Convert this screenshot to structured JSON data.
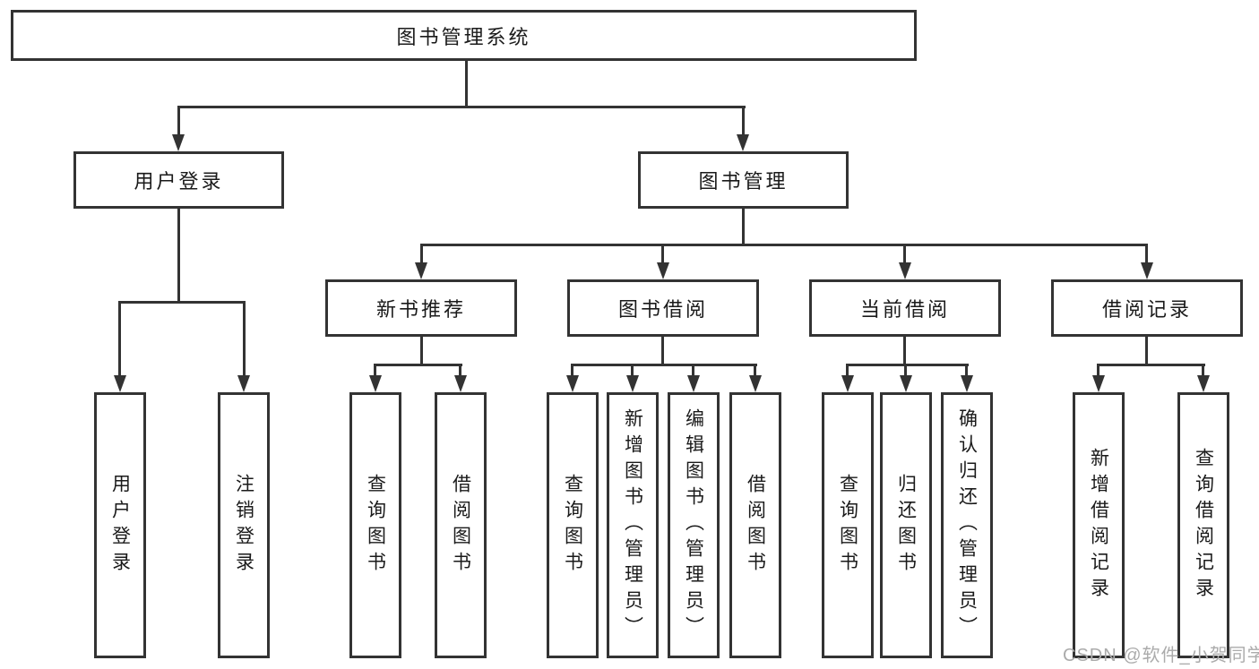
{
  "diagram": {
    "root": "图书管理系统",
    "level2": {
      "user_login": "用户登录",
      "book_management": "图书管理"
    },
    "level3": {
      "new_book_recommend": "新书推荐",
      "book_borrow": "图书借阅",
      "current_borrow": "当前借阅",
      "borrow_records": "借阅记录"
    },
    "leaves": {
      "user_login": [
        "用户登录",
        "注销登录"
      ],
      "new_book_recommend": [
        "查询图书",
        "借阅图书"
      ],
      "book_borrow": [
        "查询图书",
        "新增图书（管理员）",
        "编辑图书（管理员）",
        "借阅图书"
      ],
      "current_borrow": [
        "查询图书",
        "归还图书",
        "确认归还（管理员）"
      ],
      "borrow_records": [
        "新增借阅记录",
        "查询借阅记录"
      ]
    },
    "colors": {
      "line": "#333333",
      "text": "#1a1a1a",
      "watermark": "#ababab",
      "background": "#ffffff"
    }
  },
  "watermark": "CSDN @软件_小贺同学"
}
